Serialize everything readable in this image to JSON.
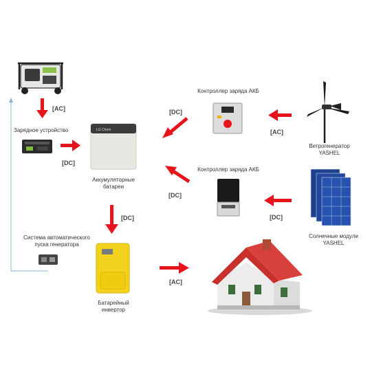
{
  "colors": {
    "arrow": "#e8141b",
    "feedback_line": "#7fb6dd",
    "inverter": "#f2d21c",
    "roof": "#c9302c"
  },
  "labels": {
    "charger": "Зарядное устройство",
    "battery_line1": "Аккумуляторные",
    "battery_line2": "батареи",
    "controller_wind": "Контроллер заряда АКБ",
    "controller_solar": "Контроллер заряда АКБ",
    "wind_line1": "Ветрогенератор",
    "wind_line2": "YASHEL",
    "solar_line1": "Солнечные модули",
    "solar_line2": "YASHEL",
    "autostart_line1": "Система автоматического",
    "autostart_line2": "пуска генератора",
    "inverter_line1": "Батарейный",
    "inverter_line2": "инвертор"
  },
  "tags": {
    "gen_ac": "[AC]",
    "charger_dc": "[DC]",
    "wind_ctrl_dc": "[DC]",
    "wind_ac": "[AC]",
    "solar_ctrl_dc": "[DC]",
    "solar_dc": "[DC]",
    "battery_dc": "[DC]",
    "inverter_ac": "[AC]"
  },
  "icons": [
    "generator-icon",
    "charger-icon",
    "battery-icon",
    "controller-icon",
    "wind-turbine-icon",
    "solar-panel-icon",
    "autostart-module-icon",
    "inverter-icon",
    "house-icon"
  ]
}
